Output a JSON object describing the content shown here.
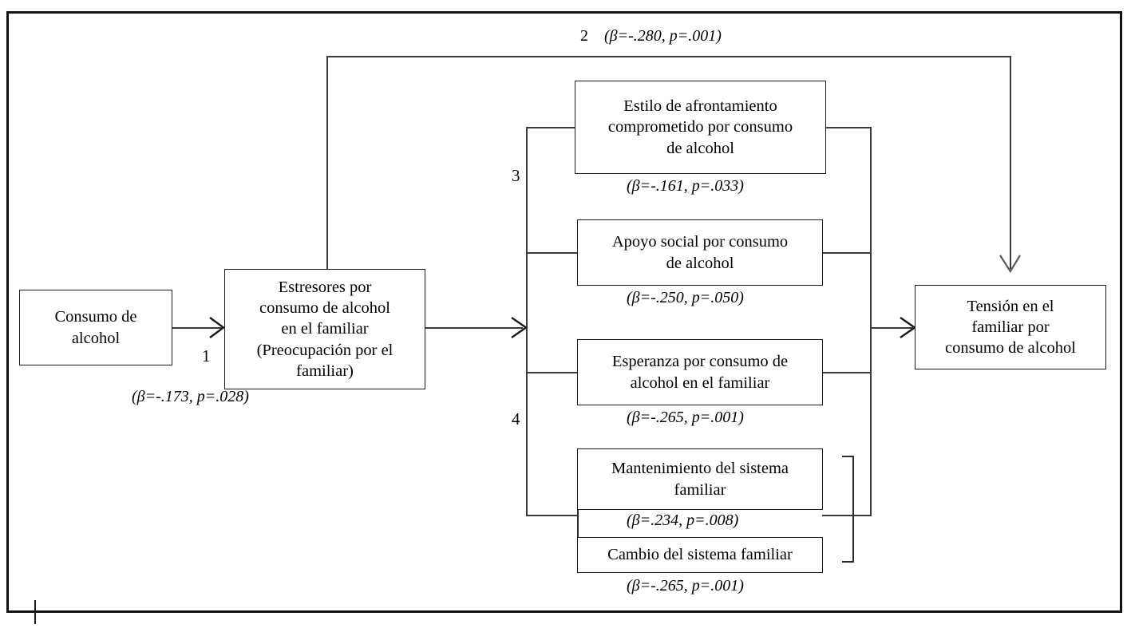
{
  "figure": {
    "type": "path-diagram",
    "language": "es",
    "frame_border_color": "#121212",
    "box_border_color": "#1b1b1b",
    "line_color": "#3a3a3a"
  },
  "top_path_label": {
    "number": "2",
    "stat": "(β=-.280, p=.001)"
  },
  "nodes": {
    "consumo": {
      "label": "Consumo de\nalcohol"
    },
    "estresores": {
      "label": "Estresores por\nconsumo de alcohol\nen el familiar\n(Preocupación por el\nfamiliar)"
    },
    "estilo": {
      "label": "Estilo de afrontamiento\ncomprometido por consumo\nde alcohol"
    },
    "apoyo": {
      "label": "Apoyo social por consumo\nde alcohol"
    },
    "esperanza": {
      "label": "Esperanza por consumo de\nalcohol en el familiar"
    },
    "mantenimiento": {
      "label": "Mantenimiento del sistema\nfamiliar"
    },
    "cambio": {
      "label": "Cambio del sistema familiar"
    },
    "tension": {
      "label": "Tensión en el\nfamiliar por\nconsumo de alcohol"
    }
  },
  "path_numbers": {
    "one": "1",
    "three": "3",
    "four": "4"
  },
  "stats": {
    "consumo_to_estresores": "(β=-.173, p=.028)",
    "estilo": "(β=-.161, p=.033)",
    "apoyo": "(β=-.250, p=.050)",
    "esperanza": "(β=-.265, p=.001)",
    "mantenimiento": "(β=.234, p=.008)",
    "cambio": "(β=-.265, p=.001)"
  },
  "chart_data": {
    "type": "diagram",
    "title": "",
    "nodes": [
      {
        "id": "consumo",
        "label": "Consumo de alcohol",
        "column": 1
      },
      {
        "id": "estresores",
        "label": "Estresores por consumo de alcohol en el familiar (Preocupación por el familiar)",
        "column": 2
      },
      {
        "id": "estilo",
        "label": "Estilo de afrontamiento comprometido por consumo de alcohol",
        "column": 3
      },
      {
        "id": "apoyo",
        "label": "Apoyo social por consumo de alcohol",
        "column": 3
      },
      {
        "id": "esperanza",
        "label": "Esperanza por consumo de alcohol en el familiar",
        "column": 3
      },
      {
        "id": "mantenimiento",
        "label": "Mantenimiento del sistema familiar",
        "column": 3
      },
      {
        "id": "cambio",
        "label": "Cambio del sistema familiar",
        "column": 3
      },
      {
        "id": "tension",
        "label": "Tensión en el familiar por consumo de alcohol",
        "column": 4
      }
    ],
    "edges": [
      {
        "path": "1",
        "from": "consumo",
        "to": "estresores",
        "beta": -0.173,
        "p": 0.028,
        "label": "(β=-.173, p=.028)"
      },
      {
        "path": "2",
        "from": "estresores",
        "to": "tension",
        "beta": -0.28,
        "p": 0.001,
        "label": "(β=-.280, p=.001)"
      },
      {
        "path": "3",
        "from": "estresores",
        "to": "estilo",
        "beta": -0.161,
        "p": 0.033,
        "label": "(β=-.161, p=.033)"
      },
      {
        "path": "3",
        "from": "estresores",
        "to": "apoyo",
        "beta": -0.25,
        "p": 0.05,
        "label": "(β=-.250, p=.050)"
      },
      {
        "path": "4",
        "from": "estresores",
        "to": "esperanza",
        "beta": -0.265,
        "p": 0.001,
        "label": "(β=-.265, p=.001)"
      },
      {
        "path": "4",
        "from": "estresores",
        "to": "mantenimiento",
        "beta": 0.234,
        "p": 0.008,
        "label": "(β=.234, p=.008)"
      },
      {
        "path": "4",
        "from": "estresores",
        "to": "cambio",
        "beta": -0.265,
        "p": 0.001,
        "label": "(β=-.265, p=.001)"
      }
    ]
  }
}
